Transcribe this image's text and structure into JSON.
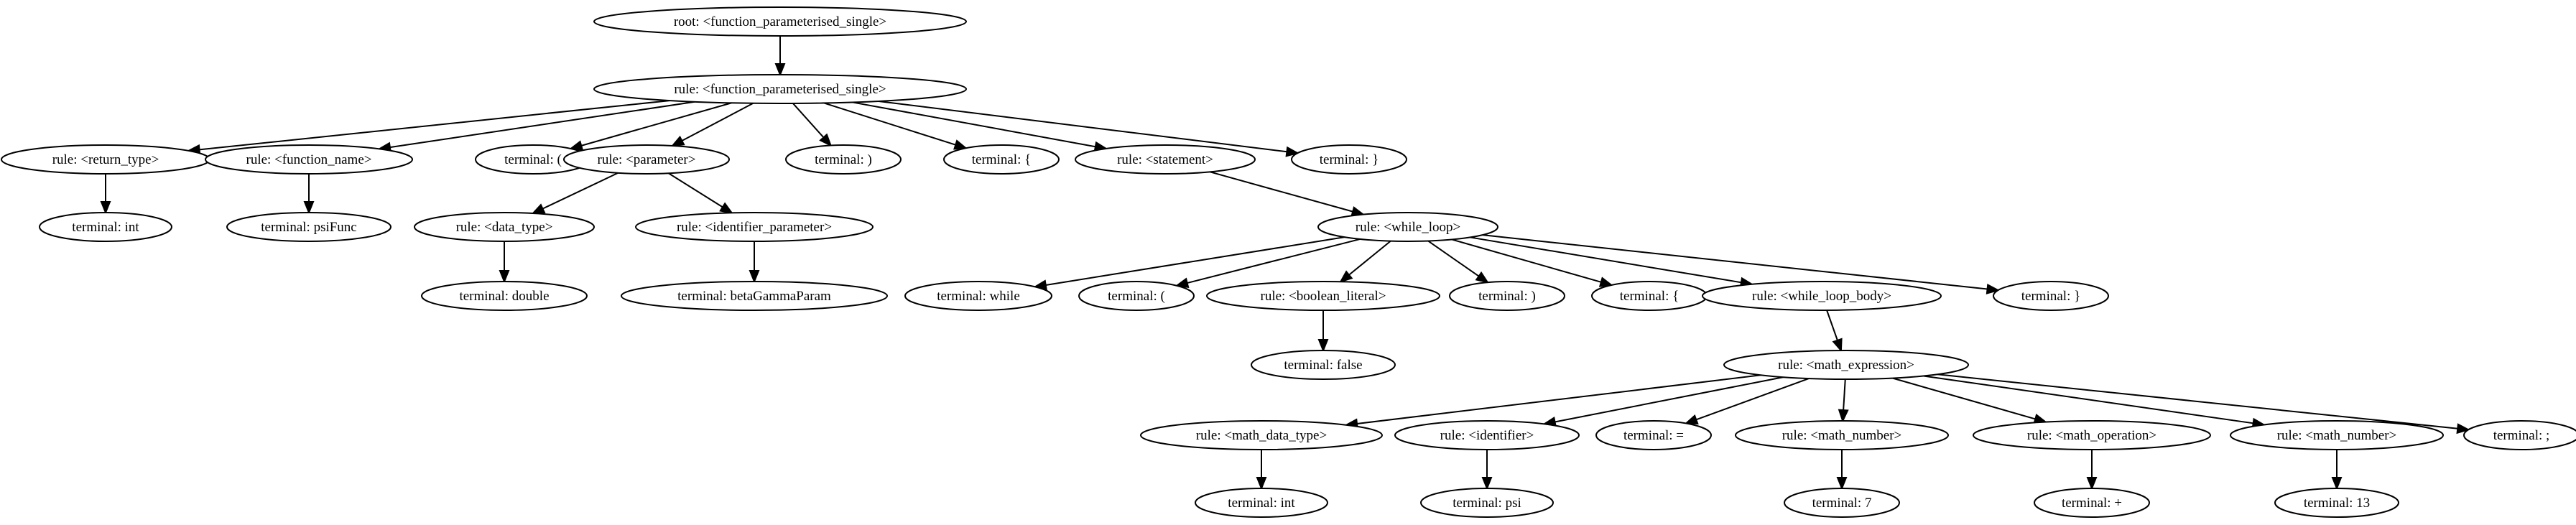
{
  "diagram": {
    "type": "tree",
    "nodes": [
      {
        "id": "n0",
        "label": "root: <function_parameterised_single>"
      },
      {
        "id": "n1",
        "label": "rule: <function_parameterised_single>"
      },
      {
        "id": "n2",
        "label": "rule: <return_type>"
      },
      {
        "id": "n3",
        "label": "rule: <function_name>"
      },
      {
        "id": "n4",
        "label": "terminal: ("
      },
      {
        "id": "n5",
        "label": "rule: <parameter>"
      },
      {
        "id": "n6",
        "label": "terminal: )"
      },
      {
        "id": "n7",
        "label": "terminal: {"
      },
      {
        "id": "n8",
        "label": "rule: <statement>"
      },
      {
        "id": "n9",
        "label": "terminal: }"
      },
      {
        "id": "n10",
        "label": "terminal: int"
      },
      {
        "id": "n11",
        "label": "terminal: psiFunc"
      },
      {
        "id": "n12",
        "label": "rule: <data_type>"
      },
      {
        "id": "n13",
        "label": "rule: <identifier_parameter>"
      },
      {
        "id": "n14",
        "label": "rule: <while_loop>"
      },
      {
        "id": "n15",
        "label": "terminal: double"
      },
      {
        "id": "n16",
        "label": "terminal: betaGammaParam"
      },
      {
        "id": "n17",
        "label": "terminal: while"
      },
      {
        "id": "n18",
        "label": "terminal: ("
      },
      {
        "id": "n19",
        "label": "rule: <boolean_literal>"
      },
      {
        "id": "n20",
        "label": "terminal: )"
      },
      {
        "id": "n21",
        "label": "terminal: {"
      },
      {
        "id": "n22",
        "label": "rule: <while_loop_body>"
      },
      {
        "id": "n23",
        "label": "terminal: }"
      },
      {
        "id": "n24",
        "label": "terminal: false"
      },
      {
        "id": "n25",
        "label": "rule: <math_expression>"
      },
      {
        "id": "n26",
        "label": "rule: <math_data_type>"
      },
      {
        "id": "n27",
        "label": "rule: <identifier>"
      },
      {
        "id": "n28",
        "label": "terminal: ="
      },
      {
        "id": "n29",
        "label": "rule: <math_number>"
      },
      {
        "id": "n30",
        "label": "rule: <math_operation>"
      },
      {
        "id": "n31",
        "label": "rule: <math_number>"
      },
      {
        "id": "n32",
        "label": "terminal: ;"
      },
      {
        "id": "n33",
        "label": "terminal: int"
      },
      {
        "id": "n34",
        "label": "terminal: psi"
      },
      {
        "id": "n35",
        "label": "terminal: 7"
      },
      {
        "id": "n36",
        "label": "terminal: +"
      },
      {
        "id": "n37",
        "label": "terminal: 13"
      }
    ],
    "edges": [
      [
        "n0",
        "n1"
      ],
      [
        "n1",
        "n2"
      ],
      [
        "n1",
        "n3"
      ],
      [
        "n1",
        "n4"
      ],
      [
        "n1",
        "n5"
      ],
      [
        "n1",
        "n6"
      ],
      [
        "n1",
        "n7"
      ],
      [
        "n1",
        "n8"
      ],
      [
        "n1",
        "n9"
      ],
      [
        "n2",
        "n10"
      ],
      [
        "n3",
        "n11"
      ],
      [
        "n5",
        "n12"
      ],
      [
        "n5",
        "n13"
      ],
      [
        "n8",
        "n14"
      ],
      [
        "n12",
        "n15"
      ],
      [
        "n13",
        "n16"
      ],
      [
        "n14",
        "n17"
      ],
      [
        "n14",
        "n18"
      ],
      [
        "n14",
        "n19"
      ],
      [
        "n14",
        "n20"
      ],
      [
        "n14",
        "n21"
      ],
      [
        "n14",
        "n22"
      ],
      [
        "n14",
        "n23"
      ],
      [
        "n19",
        "n24"
      ],
      [
        "n22",
        "n25"
      ],
      [
        "n25",
        "n26"
      ],
      [
        "n25",
        "n27"
      ],
      [
        "n25",
        "n28"
      ],
      [
        "n25",
        "n29"
      ],
      [
        "n25",
        "n30"
      ],
      [
        "n25",
        "n31"
      ],
      [
        "n25",
        "n32"
      ],
      [
        "n26",
        "n33"
      ],
      [
        "n27",
        "n34"
      ],
      [
        "n29",
        "n35"
      ],
      [
        "n30",
        "n36"
      ],
      [
        "n31",
        "n37"
      ]
    ]
  }
}
